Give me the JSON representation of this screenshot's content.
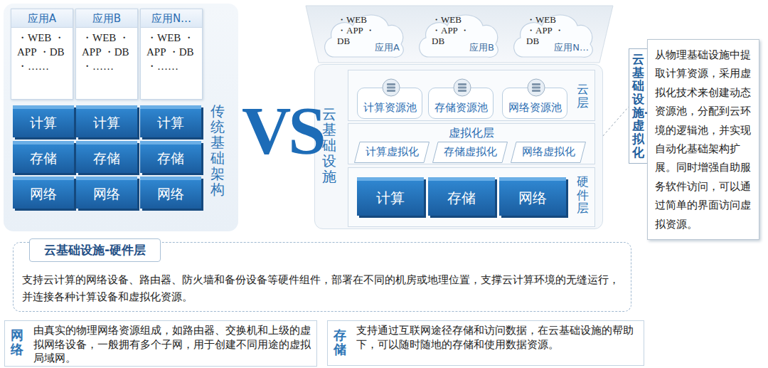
{
  "diagram": {
    "nodes": [
      {
        "text": [
          "传统基础架构"
        ]
      },
      {
        "text": [
          "应用A",
          "・WEB ・APP ・DB ・……"
        ],
        "in": 0
      },
      {
        "text": [
          "应用B",
          "・WEB ・APP ・DB ・……"
        ],
        "in": 0
      },
      {
        "text": [
          "应用N…",
          "・WEB ・APP ・DB ・……"
        ],
        "in": 0
      },
      {
        "text": [
          "计算"
        ],
        "in": 0
      },
      {
        "text": [
          "计算"
        ],
        "in": 0
      },
      {
        "text": [
          "计算"
        ],
        "in": 0
      },
      {
        "text": [
          "存储"
        ],
        "in": 0
      },
      {
        "text": [
          "存储"
        ],
        "in": 0
      },
      {
        "text": [
          "存储"
        ],
        "in": 0
      },
      {
        "text": [
          "网络"
        ],
        "in": 0
      },
      {
        "text": [
          "网络"
        ],
        "in": 0
      },
      {
        "text": [
          "网络"
        ],
        "in": 0
      },
      {
        "text": [
          "・WEB ・APP ・DB",
          "应用A"
        ]
      },
      {
        "text": [
          "・WEB ・APP ・DB",
          "应用B"
        ]
      },
      {
        "text": [
          "・WEB ・APP ・DB",
          "应用N…"
        ]
      },
      {
        "text": [
          "云基础设施"
        ]
      },
      {
        "text": [
          "云层"
        ],
        "in": 16
      },
      {
        "text": [
          "计算资源池"
        ],
        "in": 17
      },
      {
        "text": [
          "存储资源池"
        ],
        "in": 17
      },
      {
        "text": [
          "网络资源池"
        ],
        "in": 17
      },
      {
        "text": [
          "虚拟化层"
        ],
        "in": 16
      },
      {
        "text": [
          "计算虚拟化"
        ],
        "in": 21
      },
      {
        "text": [
          "存储虚拟化"
        ],
        "in": 21
      },
      {
        "text": [
          "网络虚拟化"
        ],
        "in": 21
      },
      {
        "text": [
          "硬件层"
        ],
        "in": 16
      },
      {
        "text": [
          "计算"
        ],
        "in": 25
      },
      {
        "text": [
          "存储"
        ],
        "in": 25
      },
      {
        "text": [
          "网络"
        ],
        "in": 25
      },
      {
        "text": [
          "云基础设施-虚拟化",
          "从物理基础设施中提取计算资源，采用虚拟化技术来创建动态资源池，分配到云环境的逻辑池，并实现自动化基础架构扩展。同时增强自助服务软件访问，可以通过简单的界面访问虚拟资源。"
        ]
      },
      {
        "text": [
          "云基础设施-硬件层",
          "支持云计算的网络设备、路由器、防火墙和备份设备等硬件组件，部署在不同的机房或地理位置，支撑云计算环境的无缝运行，并连接各种计算设备和虚拟化资源。"
        ]
      },
      {
        "text": [
          "网络",
          "由真实的物理网络资源组成，如路由器、交换机和上级的虚拟网络设备，一般拥有多个子网，用于创建不同用途的虚拟局域网。"
        ]
      },
      {
        "text": [
          "存储",
          "支持通过互联网途径存储和访问数据，在云基础设施的帮助下，可以随时随地的存储和使用数据资源。"
        ]
      }
    ],
    "labels": [
      "VS"
    ]
  }
}
